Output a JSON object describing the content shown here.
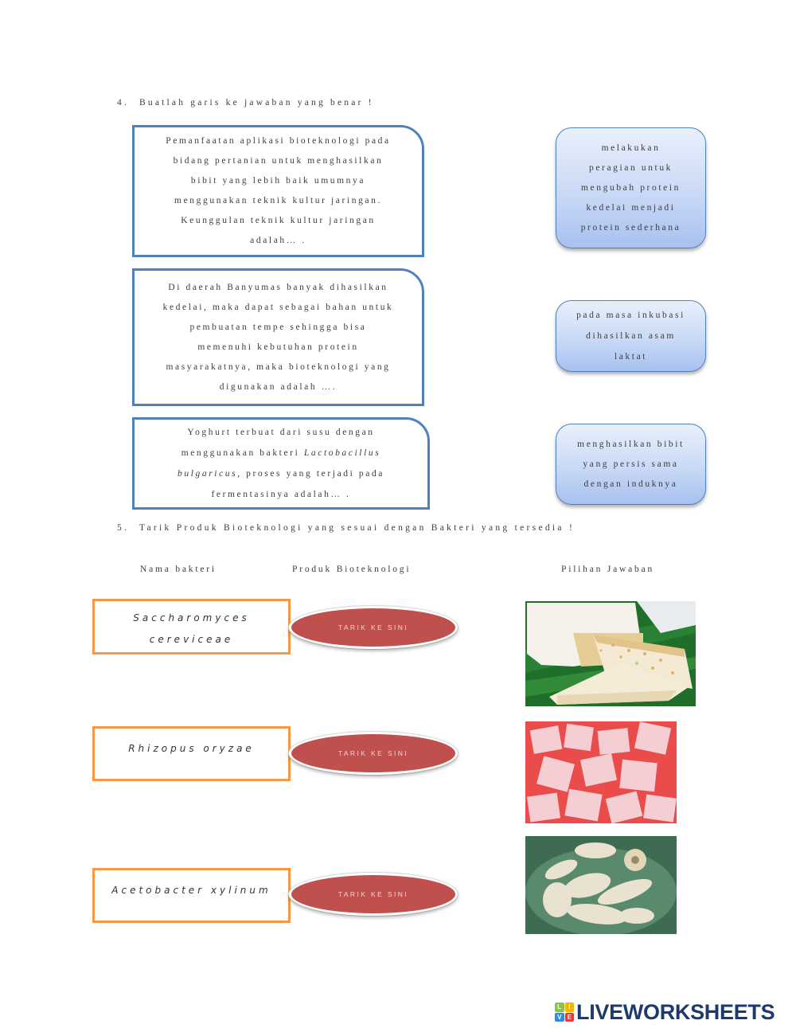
{
  "question4": {
    "number": "4.",
    "instruction": "Buatlah garis ke jawaban yang benar !",
    "questions": [
      {
        "lines": [
          "Pemanfaatan aplikasi bioteknologi pada",
          "bidang pertanian untuk menghasilkan",
          "bibit yang lebih baik umumnya",
          "menggunakan teknik kultur jaringan.",
          "Keunggulan teknik kultur jaringan",
          "adalah… ."
        ]
      },
      {
        "lines": [
          "Di daerah Banyumas  banyak dihasilkan",
          "kedelai, maka dapat sebagai bahan untuk",
          "pembuatan tempe sehingga bisa",
          "memenuhi kebutuhan protein",
          "masyarakatnya, maka bioteknologi yang",
          "digunakan adalah …."
        ]
      },
      {
        "lines": [
          "Yoghurt terbuat dari susu dengan",
          "menggunakan bakteri",
          "Lactobacillus",
          "bulgaricus",
          ", proses yang terjadi pada",
          "fermentasinya adalah… ."
        ]
      }
    ],
    "answers": [
      {
        "lines": [
          "melakukan",
          "peragian untuk",
          "mengubah protein",
          "kedelai menjadi",
          "protein sederhana"
        ]
      },
      {
        "lines": [
          "pada masa inkubasi",
          "dihasilkan asam",
          "laktat"
        ]
      },
      {
        "lines": [
          "menghasilkan bibit",
          "yang persis sama",
          "dengan induknya"
        ]
      }
    ]
  },
  "question5": {
    "number": "5.",
    "instruction": "Tarik Produk Bioteknologi yang sesuai dengan Bakteri yang tersedia !",
    "columns": {
      "bacteria": "Nama bakteri",
      "product": "Produk Bioteknologi",
      "choices": "Pilihan Jawaban"
    },
    "rows": [
      {
        "bacteria_lines": [
          "Saccharomyces",
          "cereviceae"
        ],
        "drop_label": "TARIK KE SINI"
      },
      {
        "bacteria_lines": [
          "Rhizopus oryzae"
        ],
        "drop_label": "TARIK KE SINI"
      },
      {
        "bacteria_lines": [
          "Acetobacter xylinum"
        ],
        "drop_label": "TARIK KE SINI"
      }
    ],
    "choices": [
      {
        "icon": "tempeh-photo"
      },
      {
        "icon": "nata-de-coco-photo"
      },
      {
        "icon": "tape-photo"
      }
    ]
  },
  "footer": {
    "logo_badge": [
      "L",
      "I",
      "V",
      "E"
    ],
    "logo_text": "LIVEWORKSHEETS",
    "colors": {
      "brand": "#1e3a6b",
      "badge": [
        "#8bc34a",
        "#f7b500",
        "#2f8ddb",
        "#e53935"
      ]
    }
  },
  "colors": {
    "question_border": "#4f81bd",
    "answer_fill": "#c9d9f6",
    "bacteria_border": "#f79646",
    "drop_fill": "#c0504d"
  }
}
